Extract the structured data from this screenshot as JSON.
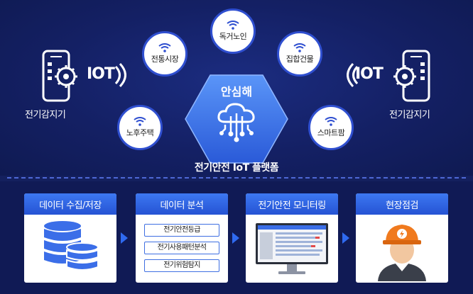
{
  "hub": {
    "title": "안심해",
    "platform_label": "전기안전 IoT 플랫폼"
  },
  "bubbles": [
    {
      "label": "전통시장"
    },
    {
      "label": "독거노인"
    },
    {
      "label": "집합건물"
    },
    {
      "label": "노후주택"
    },
    {
      "label": "스마트팜"
    }
  ],
  "devices": {
    "left_label": "전기감지기",
    "right_label": "전기감지기",
    "iot_text": "IOT"
  },
  "steps": [
    {
      "title": "데이터 수집/저장"
    },
    {
      "title": "데이터 분석",
      "items": [
        "전기안전등급",
        "전기사용패턴분석",
        "전기위험탐지"
      ]
    },
    {
      "title": "전기안전 모니터링"
    },
    {
      "title": "현장점검"
    }
  ],
  "colors": {
    "background": "#14205e",
    "accent": "#2f4fd0",
    "hex_light": "#4a86f5",
    "header_blue": "#2553d4",
    "helmet": "#f07a1e"
  }
}
